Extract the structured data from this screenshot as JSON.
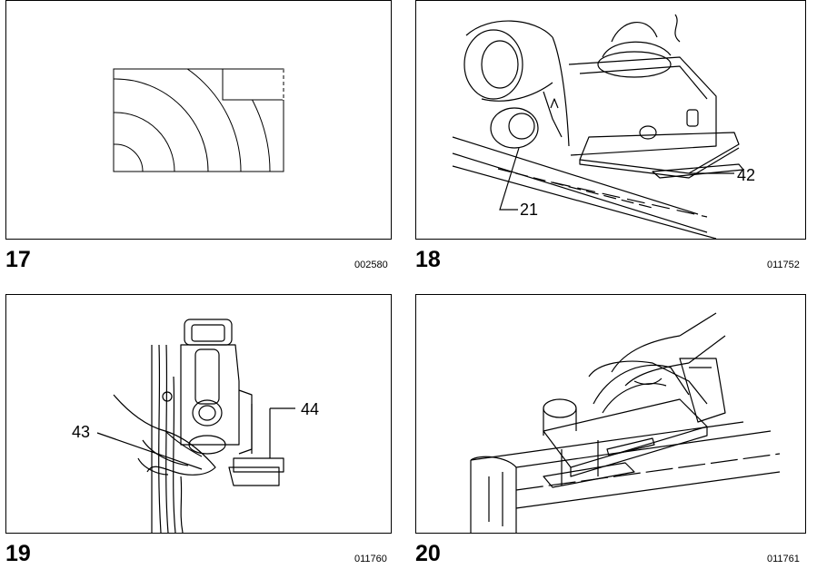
{
  "figures": [
    {
      "number": "17",
      "code": "002580",
      "callouts": []
    },
    {
      "number": "18",
      "code": "011752",
      "callouts": [
        "21",
        "42"
      ]
    },
    {
      "number": "19",
      "code": "011760",
      "callouts": [
        "43",
        "44"
      ]
    },
    {
      "number": "20",
      "code": "011761",
      "callouts": []
    }
  ]
}
